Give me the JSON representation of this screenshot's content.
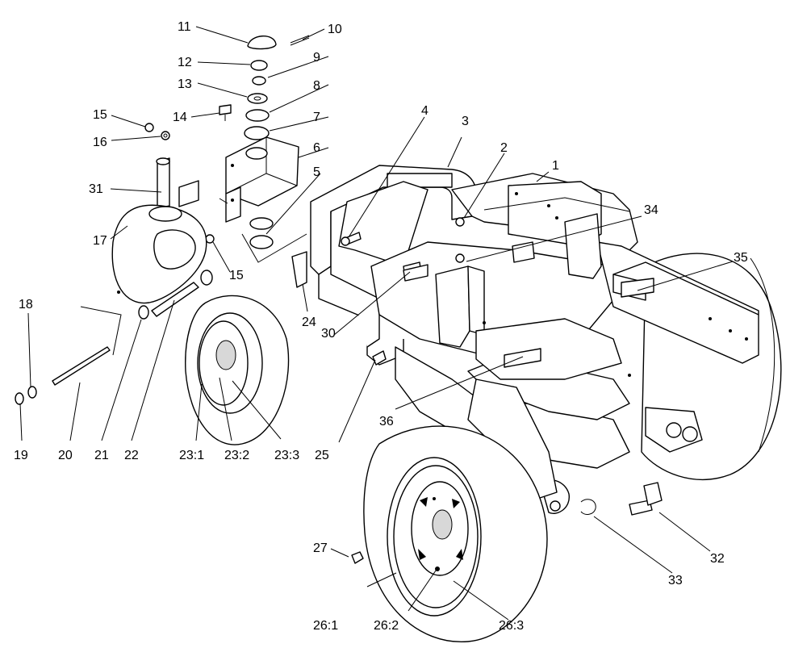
{
  "callouts": [
    {
      "id": "c1",
      "text": "1"
    },
    {
      "id": "c2",
      "text": "2"
    },
    {
      "id": "c3",
      "text": "3"
    },
    {
      "id": "c4",
      "text": "4"
    },
    {
      "id": "c5",
      "text": "5"
    },
    {
      "id": "c6",
      "text": "6"
    },
    {
      "id": "c7",
      "text": "7"
    },
    {
      "id": "c8",
      "text": "8"
    },
    {
      "id": "c9",
      "text": "9"
    },
    {
      "id": "c10",
      "text": "10"
    },
    {
      "id": "c11",
      "text": "11"
    },
    {
      "id": "c12",
      "text": "12"
    },
    {
      "id": "c13",
      "text": "13"
    },
    {
      "id": "c14",
      "text": "14"
    },
    {
      "id": "c15a",
      "text": "15"
    },
    {
      "id": "c15b",
      "text": "15"
    },
    {
      "id": "c16",
      "text": "16"
    },
    {
      "id": "c17",
      "text": "17"
    },
    {
      "id": "c18",
      "text": "18"
    },
    {
      "id": "c19",
      "text": "19"
    },
    {
      "id": "c20",
      "text": "20"
    },
    {
      "id": "c21",
      "text": "21"
    },
    {
      "id": "c22",
      "text": "22"
    },
    {
      "id": "c23_1",
      "text": "23:1"
    },
    {
      "id": "c23_2",
      "text": "23:2"
    },
    {
      "id": "c23_3",
      "text": "23:3"
    },
    {
      "id": "c24",
      "text": "24"
    },
    {
      "id": "c25",
      "text": "25"
    },
    {
      "id": "c26_1",
      "text": "26:1"
    },
    {
      "id": "c26_2",
      "text": "26:2"
    },
    {
      "id": "c26_3",
      "text": "26:3"
    },
    {
      "id": "c27",
      "text": "27"
    },
    {
      "id": "c30",
      "text": "30"
    },
    {
      "id": "c31",
      "text": "31"
    },
    {
      "id": "c32",
      "text": "32"
    },
    {
      "id": "c33",
      "text": "33"
    },
    {
      "id": "c34",
      "text": "34"
    },
    {
      "id": "c35",
      "text": "35"
    },
    {
      "id": "c36",
      "text": "36"
    }
  ]
}
